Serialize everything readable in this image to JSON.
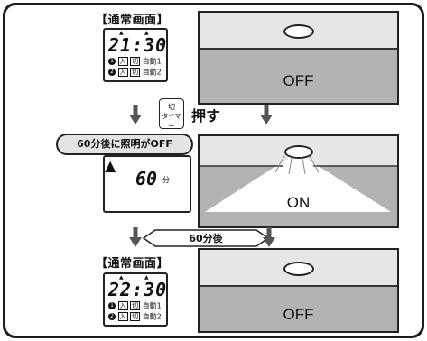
{
  "top": {
    "screen_title": "【通常画面】",
    "time": "21:30",
    "row1": {
      "num": "1",
      "on": "入",
      "off": "切",
      "mode": "自動1"
    },
    "row2": {
      "num": "2",
      "on": "入",
      "off": "切",
      "mode": "自動2"
    },
    "room_status": "OFF"
  },
  "action": {
    "button_top": "切",
    "button_bottom": "タイマー",
    "push_label": "押す"
  },
  "middle": {
    "callout": "60分後に照明がOFF",
    "timer_value": "60",
    "timer_unit": "分",
    "room_status": "ON"
  },
  "transition": {
    "label": "60分後"
  },
  "bottom": {
    "screen_title": "【通常画面】",
    "time": "22:30",
    "row1": {
      "num": "1",
      "on": "入",
      "off": "切",
      "mode": "自動1"
    },
    "row2": {
      "num": "2",
      "on": "入",
      "off": "切",
      "mode": "自動2"
    },
    "room_status": "OFF"
  },
  "colors": {
    "frame": "#1c1c1c",
    "ceiling": "#e6e6e6",
    "wall": "#b3b3b3",
    "callout_bg": "#e4e4e4"
  },
  "icons": [
    "down-arrow-icon",
    "ceiling-lamp-icon",
    "double-arrow-icon"
  ]
}
